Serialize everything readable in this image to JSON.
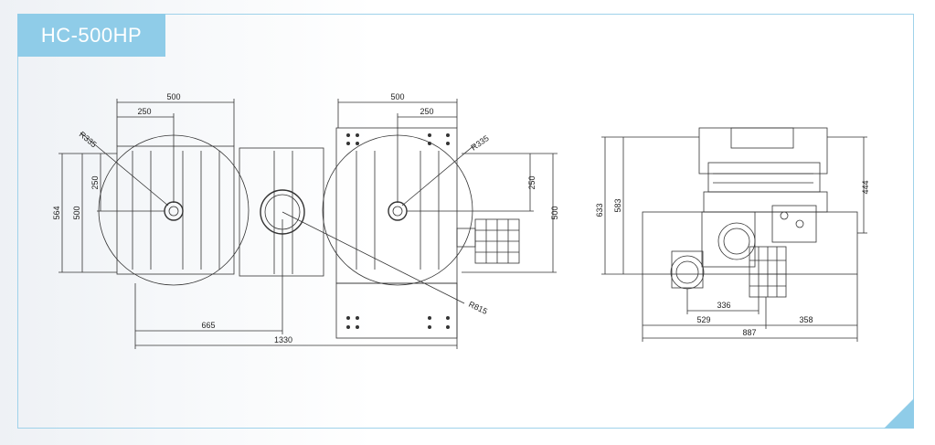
{
  "title": "HC-500HP",
  "accent_color": "#8fcce8",
  "frame_color": "#9fd2ea",
  "dimensions": {
    "top_500_left": "500",
    "top_250_left": "250",
    "top_500_right": "500",
    "top_250_right": "250",
    "r335_left": "R335",
    "r335_right": "R335",
    "left_564": "564",
    "left_500": "500",
    "left_250": "250",
    "right_250": "250",
    "right_500": "500",
    "r815": "R815",
    "bottom_665": "665",
    "bottom_1330": "1330",
    "side_633": "633",
    "side_583": "583",
    "side_444": "444",
    "side_336": "336",
    "side_529": "529",
    "side_358": "358",
    "side_887": "887"
  }
}
